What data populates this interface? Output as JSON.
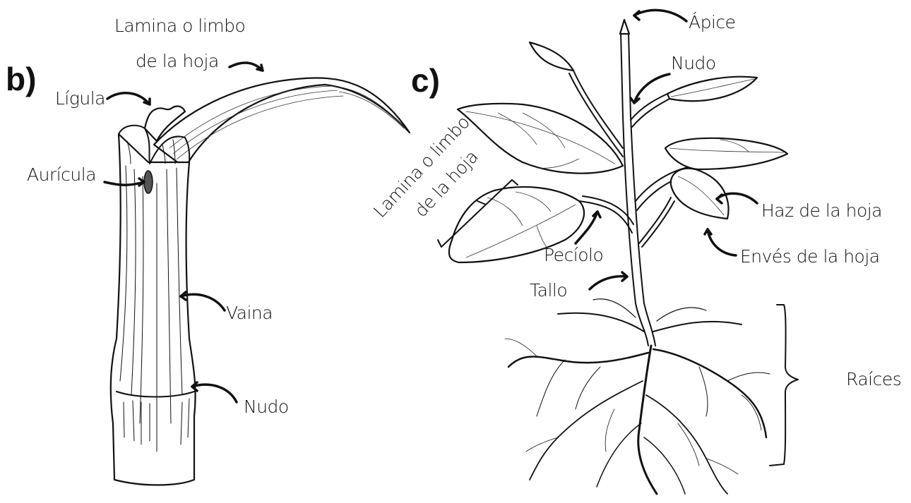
{
  "panels": {
    "b": "b)",
    "c": "c)"
  },
  "labels_b": {
    "lamina_line1": "Lamina o limbo",
    "lamina_line2": "de la hoja",
    "ligula": "Lígula",
    "auricula": "Aurícula",
    "vaina": "Vaina",
    "nudo": "Nudo"
  },
  "labels_c": {
    "apice": "Ápice",
    "nudo": "Nudo",
    "lamina_line1": "Lamina o limbo",
    "lamina_line2": "de la hoja",
    "haz": "Haz de la hoja",
    "enves": "Envés de la hoja",
    "peciolo": "Pecíolo",
    "tallo": "Tallo",
    "raices": "Raíces"
  }
}
